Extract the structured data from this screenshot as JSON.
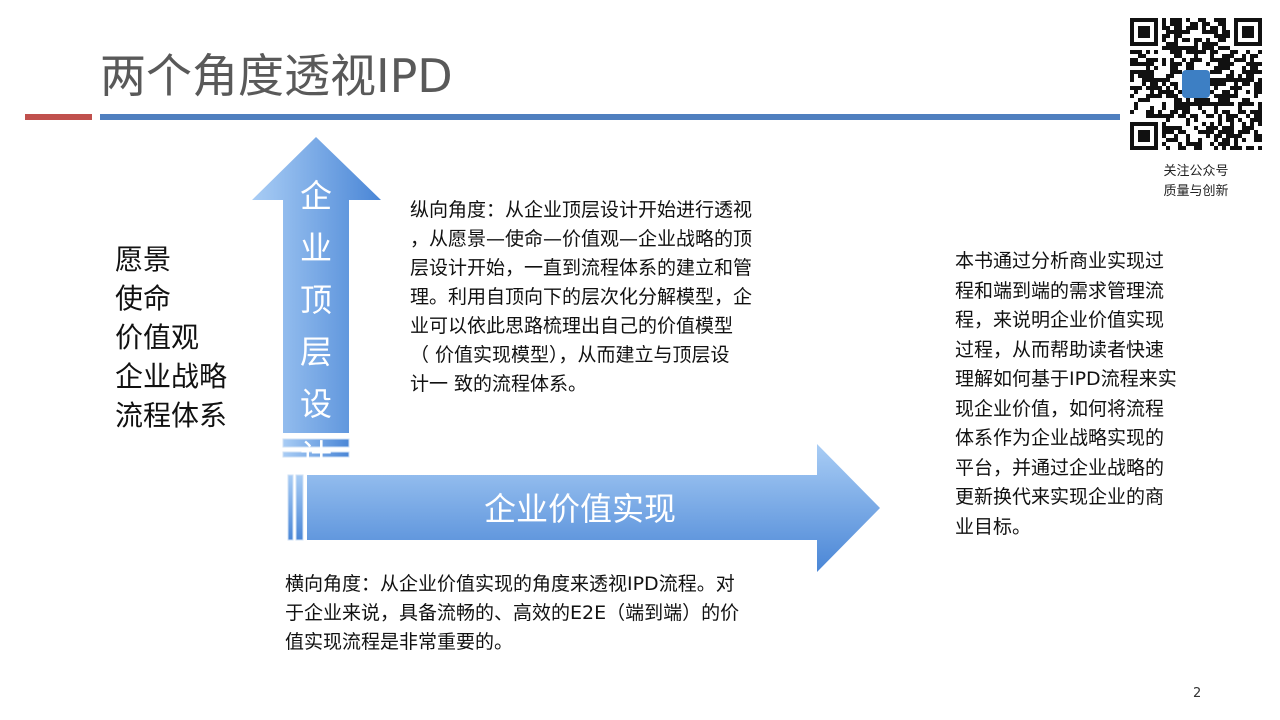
{
  "title": "两个角度透视IPD",
  "left_list": [
    "愿景",
    "使命",
    "价值观",
    "企业战略",
    "流程体系"
  ],
  "vertical_arrow_label": [
    "企",
    "业",
    "顶",
    "层",
    "设",
    "计"
  ],
  "horizontal_arrow_label": "企业价值实现",
  "vertical_text": [
    "纵向角度：从企业顶层设计开始进行透视",
    "，从愿景—使命—价值观—企业战略的顶",
    "层设计开始，一直到流程体系的建立和管",
    "理。利用自顶向下的层次化分解模型，企",
    "业可以依此思路梳理出自己的价值模型",
    "（  价值实现模型），从而建立与顶层设",
    "计一  致的流程体系。"
  ],
  "horizontal_text": [
    "横向角度：从企业价值实现的角度来透视IPD流程。对",
    "于企业来说，具备流畅的、高效的E2E（端到端）的价",
    "值实现流程是非常重要的。"
  ],
  "right_text": [
    "本书通过分析商业实现过",
    "程和端到端的需求管理流",
    "程，来说明企业价值实现",
    "过程，从而帮助读者快速",
    "理解如何基于IPD流程来实",
    "现企业价值，如何将流程",
    "体系作为企业战略实现的",
    "平台，并通过企业战略的",
    "更新换代来实现企业的商",
    "业目标。"
  ],
  "qr_caption": [
    "关注公众号",
    "质量与创新"
  ],
  "page_number": "2",
  "colors": {
    "accent_red": "#c0504d",
    "accent_blue": "#4f7fbf",
    "arrow_light": "#9cc3f2",
    "arrow_dark": "#4a86d6"
  }
}
